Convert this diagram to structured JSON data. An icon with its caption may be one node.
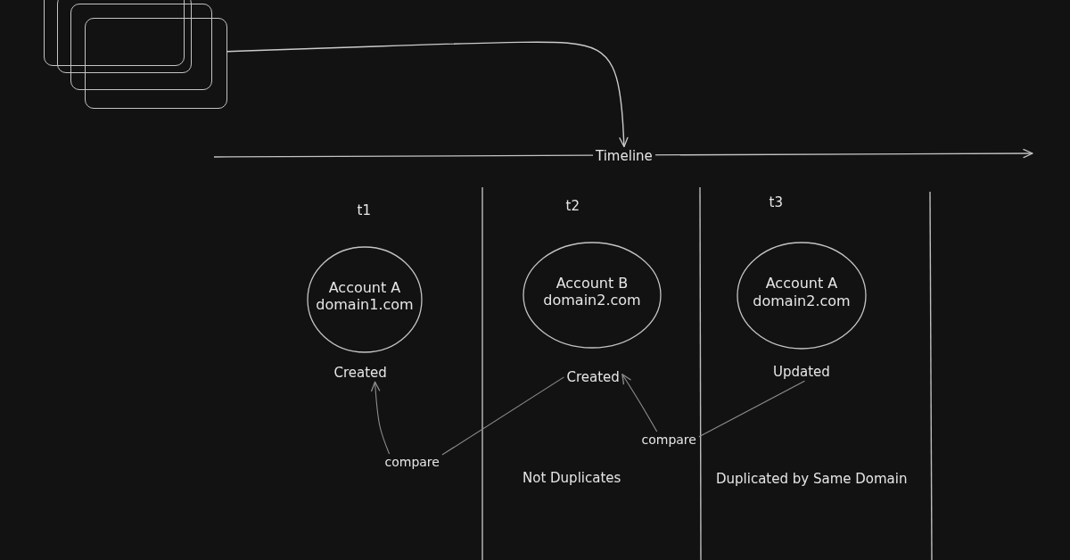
{
  "diagram": {
    "nodes": [
      {
        "text": [],
        "shape": "box"
      },
      {
        "text": [],
        "shape": "box"
      },
      {
        "text": [],
        "shape": "box"
      },
      {
        "text": [],
        "shape": "box"
      },
      {
        "text": [
          "Timeline"
        ]
      },
      {
        "text": [
          "Account A",
          "domain1.com"
        ]
      },
      {
        "text": [
          "Created"
        ]
      },
      {
        "text": [
          "Account B",
          "domain2.com"
        ]
      },
      {
        "text": [
          "Created"
        ]
      },
      {
        "text": [
          "Account A",
          "domain2.com"
        ]
      },
      {
        "text": [
          "Updated"
        ]
      },
      {
        "text": [
          "compare"
        ]
      },
      {
        "text": [
          "compare"
        ]
      }
    ],
    "edges": [
      {
        "from": 3,
        "to": 4,
        "arrow": "to",
        "color": "#cccccc"
      },
      {
        "from": 8,
        "to": 11,
        "arrow": "none"
      },
      {
        "from": 11,
        "to": 6,
        "arrow": "to"
      },
      {
        "from": 10,
        "to": 12,
        "arrow": "none"
      },
      {
        "from": 12,
        "to": 8,
        "arrow": "to"
      }
    ],
    "labels": [
      "t1",
      "t2",
      "t3",
      "Not Duplicates",
      "Duplicated by Same Domain"
    ]
  }
}
